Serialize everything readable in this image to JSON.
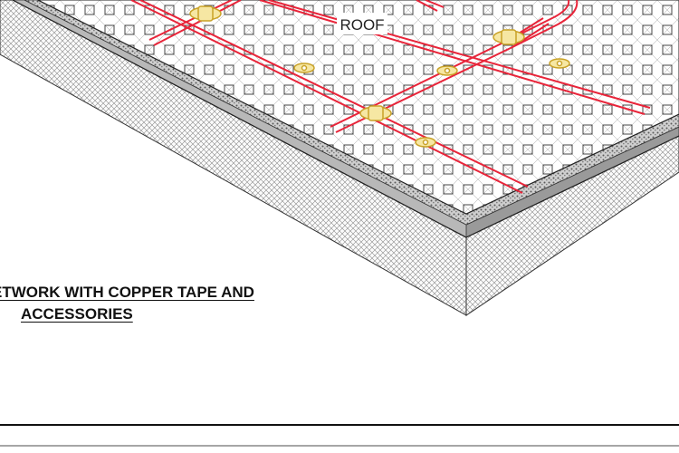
{
  "drawing": {
    "roof_label": "ROOF",
    "caption_line_1": "ETWORK WITH COPPER TAPE AND",
    "caption_line_2": "ACCESSORIES"
  },
  "colors": {
    "copper_tape": "#e8253a",
    "clamp_fill": "#f6e7a3",
    "clamp_stroke": "#c9a227",
    "line": "#2b2b2b",
    "parapet_band": "#9a9a9a"
  }
}
